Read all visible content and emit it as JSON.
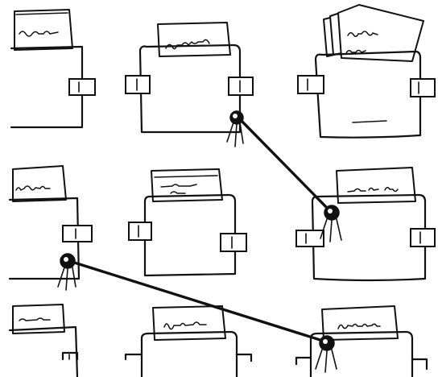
{
  "figure": {
    "description_visible_text": "",
    "folders": [
      {
        "id": "r1c1",
        "has_papers": true,
        "papers_scribbled": true
      },
      {
        "id": "r1c2",
        "has_papers": true,
        "papers_scribbled": true
      },
      {
        "id": "r1c3",
        "has_papers": true,
        "papers_scribbled": true
      },
      {
        "id": "r2c1",
        "has_papers": true,
        "papers_scribbled": true
      },
      {
        "id": "r2c2",
        "has_papers": true,
        "papers_scribbled": true
      },
      {
        "id": "r2c3",
        "has_papers": true,
        "papers_scribbled": true
      },
      {
        "id": "r3c1",
        "has_papers": true,
        "papers_scribbled": true
      },
      {
        "id": "r3c2",
        "has_papers": true,
        "papers_scribbled": true
      },
      {
        "id": "r3c3",
        "has_papers": true,
        "papers_scribbled": true
      }
    ],
    "strings": [
      {
        "from": "r1c2",
        "to": "r2c3"
      },
      {
        "from": "r2c1",
        "to": "r3c3"
      }
    ],
    "style": {
      "ink": "#111111",
      "background": "#ffffff"
    }
  }
}
